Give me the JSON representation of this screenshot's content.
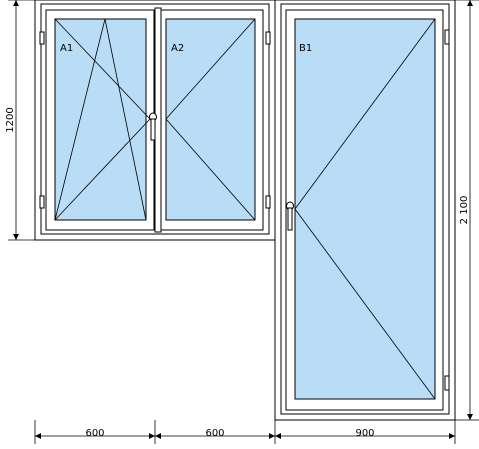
{
  "colors": {
    "glass": "#b9dcf7",
    "frame": "#ffffff",
    "line": "#000000"
  },
  "panels": [
    {
      "label": "A1",
      "opening": "tilt-turn"
    },
    {
      "label": "A2",
      "opening": "turn"
    },
    {
      "label": "B1",
      "opening": "turn"
    }
  ],
  "dimensions": {
    "widths": [
      "600",
      "600",
      "900"
    ],
    "window_height": "1200",
    "door_height": "2 100"
  }
}
